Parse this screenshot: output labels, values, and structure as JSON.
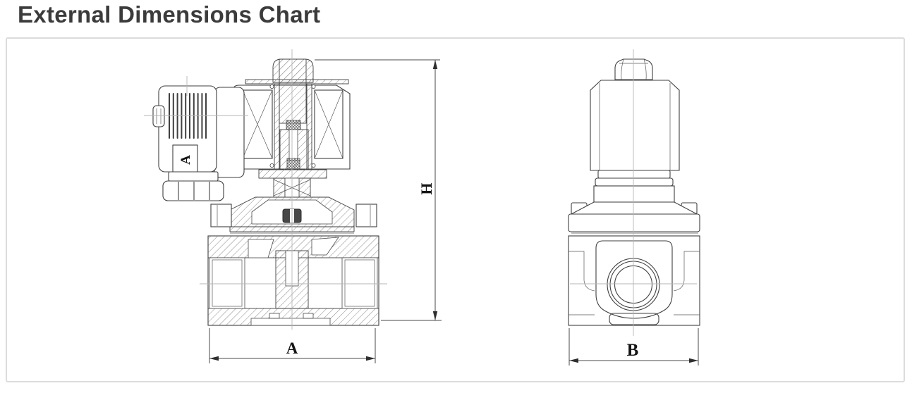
{
  "title": "External Dimensions Chart",
  "drawing": {
    "labels": {
      "width_a": "A",
      "height_h": "H",
      "width_b": "B",
      "connector": "A"
    },
    "colors": {
      "title_text": "#3b3b3b",
      "line": "#3f3f3f",
      "hatch": "#8a8a8a",
      "centerline": "#b5b5b5",
      "frame_border": "#dcdcdc",
      "background": "#ffffff"
    }
  }
}
